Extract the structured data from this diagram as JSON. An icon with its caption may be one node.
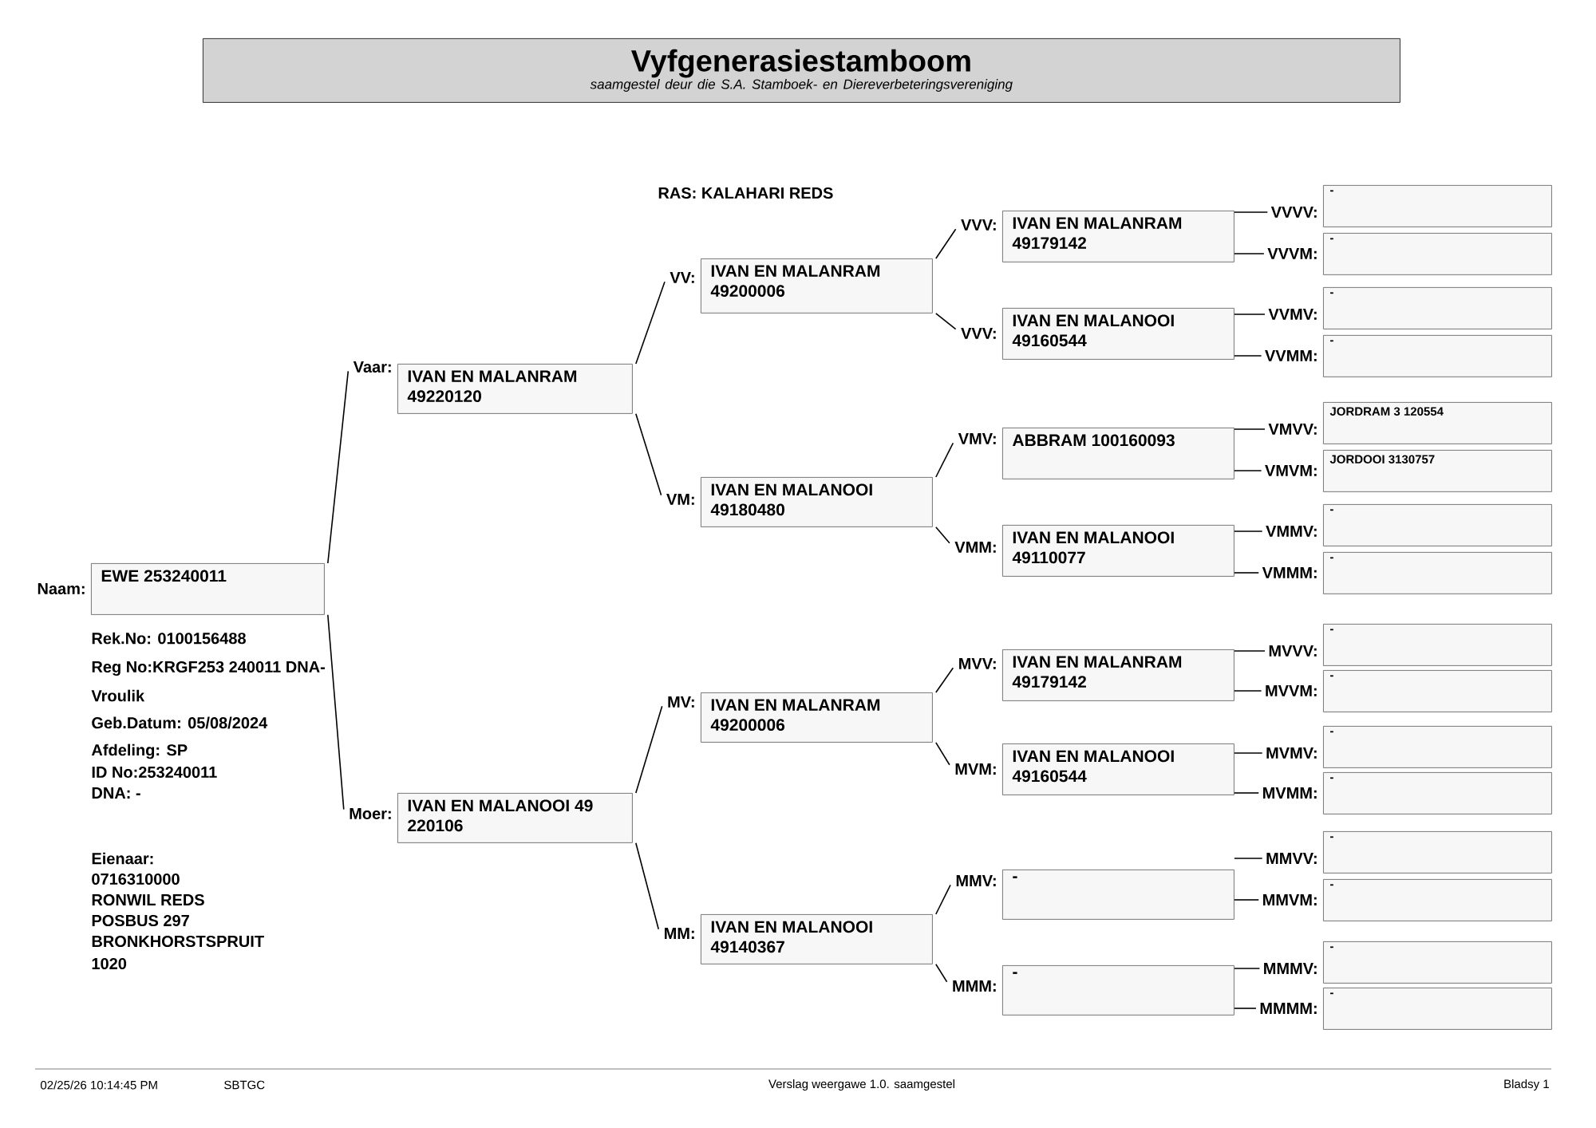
{
  "diagram": {
    "title": "Vyfgenerasiestamboom",
    "caption": "saamgestel deur die S.A. Stamboek- en Diereverbeteringsvereniging",
    "nodes": [
      {
        "text": [
          "Naam:",
          "EWE 253240011"
        ]
      },
      {
        "text": [
          "Vaar:",
          "IVAN EN MALANRAM 49220120"
        ]
      },
      {
        "text": [
          "Moer:",
          "IVAN EN MALANOOI 49 220106"
        ]
      },
      {
        "text": [
          "VV:",
          "IVAN EN MALANRAM 49200006"
        ]
      },
      {
        "text": [
          "VM:",
          "IVAN EN MALANOOI 49180480"
        ]
      },
      {
        "text": [
          "MV:",
          "IVAN EN MALANRAM 49200006"
        ]
      },
      {
        "text": [
          "MM:",
          "IVAN EN MALANOOI 49140367"
        ]
      },
      {
        "text": [
          "VVV:",
          "IVAN EN MALANRAM 49179142"
        ]
      },
      {
        "text": [
          "VVV:",
          "IVAN EN MALANOOI 49160544"
        ]
      },
      {
        "text": [
          "VMV:",
          "ABBRAM 100160093"
        ]
      },
      {
        "text": [
          "VMM:",
          "IVAN EN MALANOOI 49110077"
        ]
      },
      {
        "text": [
          "MVV:",
          "IVAN EN MALANRAM 49179142"
        ]
      },
      {
        "text": [
          "MVM:",
          "IVAN EN MALANOOI 49160544"
        ]
      },
      {
        "text": [
          "MMV:",
          "-"
        ]
      },
      {
        "text": [
          "MMM:",
          "-"
        ]
      },
      {
        "text": [
          "VVVV:",
          "-"
        ]
      },
      {
        "text": [
          "VVVM:",
          "-"
        ]
      },
      {
        "text": [
          "VVMV:",
          "-"
        ]
      },
      {
        "text": [
          "VVMM:",
          "-"
        ]
      },
      {
        "text": [
          "VMVV:",
          "JORDRAM 3 120554"
        ]
      },
      {
        "text": [
          "VMVM:",
          "JORDOOI 3130757"
        ]
      },
      {
        "text": [
          "VMMV:",
          "-"
        ]
      },
      {
        "text": [
          "VMMM:",
          "-"
        ]
      },
      {
        "text": [
          "MVVV:",
          "-"
        ]
      },
      {
        "text": [
          "MVVM:",
          "-"
        ]
      },
      {
        "text": [
          "MVMV:",
          "-"
        ]
      },
      {
        "text": [
          "MVMM:",
          "-"
        ]
      },
      {
        "text": [
          "MMVV:",
          "-"
        ]
      },
      {
        "text": [
          "MMVM:",
          "-"
        ]
      },
      {
        "text": [
          "MMMV:",
          "-"
        ]
      },
      {
        "text": [
          "MMMM:",
          "-"
        ]
      }
    ],
    "edges": [
      {
        "from": 0,
        "to": 1,
        "arrow": "none"
      },
      {
        "from": 0,
        "to": 2,
        "arrow": "none"
      },
      {
        "from": 1,
        "to": 3,
        "arrow": "none"
      },
      {
        "from": 1,
        "to": 4,
        "arrow": "none"
      },
      {
        "from": 2,
        "to": 5,
        "arrow": "none"
      },
      {
        "from": 2,
        "to": 6,
        "arrow": "none"
      },
      {
        "from": 3,
        "to": 7,
        "arrow": "none"
      },
      {
        "from": 3,
        "to": 8,
        "arrow": "none"
      },
      {
        "from": 4,
        "to": 9,
        "arrow": "none"
      },
      {
        "from": 4,
        "to": 10,
        "arrow": "none"
      },
      {
        "from": 5,
        "to": 11,
        "arrow": "none"
      },
      {
        "from": 5,
        "to": 12,
        "arrow": "none"
      },
      {
        "from": 6,
        "to": 13,
        "arrow": "none"
      },
      {
        "from": 6,
        "to": 14,
        "arrow": "none"
      },
      {
        "from": 7,
        "to": 15,
        "arrow": "none"
      },
      {
        "from": 7,
        "to": 16,
        "arrow": "none"
      },
      {
        "from": 8,
        "to": 17,
        "arrow": "none"
      },
      {
        "from": 8,
        "to": 18,
        "arrow": "none"
      },
      {
        "from": 9,
        "to": 19,
        "arrow": "none"
      },
      {
        "from": 9,
        "to": 20,
        "arrow": "none"
      },
      {
        "from": 10,
        "to": 21,
        "arrow": "none"
      },
      {
        "from": 10,
        "to": 22,
        "arrow": "none"
      },
      {
        "from": 11,
        "to": 23,
        "arrow": "none"
      },
      {
        "from": 11,
        "to": 24,
        "arrow": "none"
      },
      {
        "from": 12,
        "to": 25,
        "arrow": "none"
      },
      {
        "from": 12,
        "to": 26,
        "arrow": "none"
      },
      {
        "from": 13,
        "to": 27,
        "arrow": "none"
      },
      {
        "from": 13,
        "to": 28,
        "arrow": "none"
      },
      {
        "from": 14,
        "to": 29,
        "arrow": "none"
      },
      {
        "from": 14,
        "to": 30,
        "arrow": "none"
      }
    ],
    "labels": [
      "RAS: KALAHARI REDS",
      "Rek.No: 0100156488",
      "Reg No:KRGF253 240011 DNA-",
      "Vroulik",
      "Geb.Datum: 05/08/2024",
      "Afdeling: SP",
      "ID No:253240011",
      "DNA: -",
      "Eienaar:",
      "0716310000",
      "RONWIL REDS",
      "POSBUS 297",
      "BRONKHORSTSPRUIT",
      "1020",
      "02/25/26 10:14:45 PM",
      "SBTGC",
      "Verslag weergawe 1.0. saamgestel",
      "Bladsy 1"
    ]
  }
}
